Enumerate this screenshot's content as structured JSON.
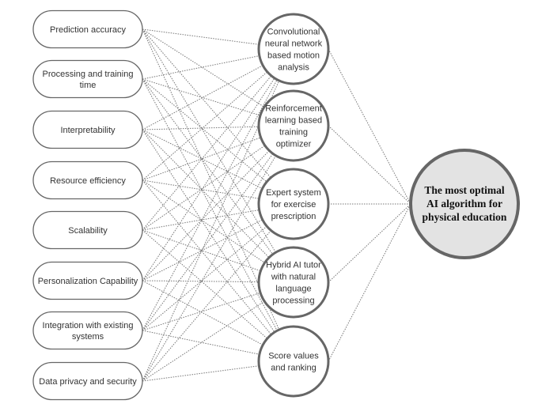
{
  "diagram": {
    "type": "hierarchy",
    "criteria": [
      {
        "id": "c1",
        "lines": [
          "Prediction accuracy"
        ]
      },
      {
        "id": "c2",
        "lines": [
          "Processing and training",
          "time"
        ]
      },
      {
        "id": "c3",
        "lines": [
          "Interpretability"
        ]
      },
      {
        "id": "c4",
        "lines": [
          "Resource efficiency"
        ]
      },
      {
        "id": "c5",
        "lines": [
          "Scalability"
        ]
      },
      {
        "id": "c6",
        "lines": [
          "Personalization Capability"
        ]
      },
      {
        "id": "c7",
        "lines": [
          "Integration with existing",
          "systems"
        ]
      },
      {
        "id": "c8",
        "lines": [
          "Data privacy and security"
        ]
      }
    ],
    "alternatives": [
      {
        "id": "a1",
        "lines": [
          "Convolutional",
          "neural network",
          "based motion",
          "analysis"
        ]
      },
      {
        "id": "a2",
        "lines": [
          "Reinforcement",
          "learning based",
          "training",
          "optimizer"
        ]
      },
      {
        "id": "a3",
        "lines": [
          "Expert system",
          "for exercise",
          "prescription"
        ]
      },
      {
        "id": "a4",
        "lines": [
          "Hybrid AI tutor",
          "with natural",
          "language",
          "processing"
        ]
      },
      {
        "id": "a5",
        "lines": [
          "Score values",
          "and ranking"
        ]
      }
    ],
    "goal": {
      "id": "goal",
      "lines": [
        "The most optimal",
        "AI algorithm for",
        "physical education"
      ]
    },
    "connections": {
      "criteria_to_alternatives": "all-to-all",
      "alternatives_to_goal": "all"
    },
    "colors": {
      "node_border": "#666666",
      "goal_fill": "#e3e3e3",
      "link": "#777777",
      "background": "#ffffff"
    }
  }
}
